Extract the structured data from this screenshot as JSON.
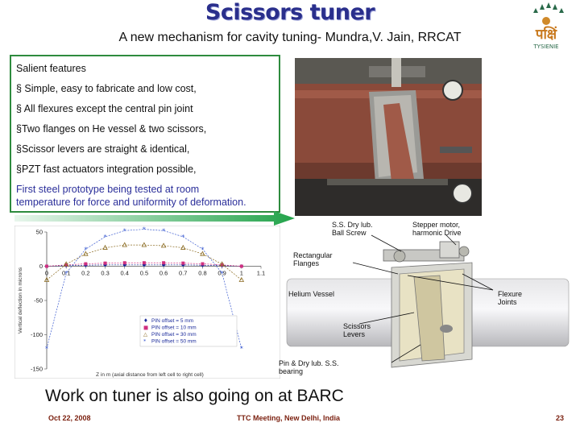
{
  "slide": {
    "title": "Scissors tuner",
    "subtitle": "A new mechanism for cavity tuning- Mundra,V. Jain, RRCAT"
  },
  "logo": {
    "text": "पक्षिं",
    "caption": "TYSIENIE",
    "colors": {
      "bird": "#2a6a4a",
      "text": "#c8781c"
    }
  },
  "features": {
    "heading": "Salient features",
    "items": [
      "§ Simple, easy to fabricate and low cost,",
      "§ All flexures except the central pin joint",
      "§Two flanges on He vessel & two scissors,",
      "§Scissor levers are straight & identical,",
      "§PZT fast actuators integration possible,"
    ],
    "note_line1": "First steel prototype being tested at room",
    "note_line2": "temperature for force and uniformity of deformation."
  },
  "chart_data": {
    "type": "line",
    "xlabel": "Z in m (axial distance from left cell to right cell)",
    "ylabel": "Vertical deflection in microns",
    "xlim": [
      0,
      1.1
    ],
    "ylim": [
      -150,
      50
    ],
    "x_ticks": [
      "0",
      "0.1",
      "0.2",
      "0.3",
      "0.4",
      "0.5",
      "0.6",
      "0.7",
      "0.8",
      "0.9",
      "1",
      "1.1"
    ],
    "y_ticks": [
      "50",
      "0",
      "-50",
      "-100",
      "-150"
    ],
    "grid": false,
    "legend_position": "bottom-center",
    "x": [
      0,
      0.1,
      0.2,
      0.3,
      0.4,
      0.5,
      0.6,
      0.7,
      0.8,
      0.9,
      1
    ],
    "series": [
      {
        "name": "PIN offset = 5 mm",
        "color": "#1a2a9a",
        "marker": "diamond",
        "values": [
          0,
          1,
          1.5,
          2,
          2,
          2,
          2,
          2,
          1.5,
          1,
          0
        ]
      },
      {
        "name": "PIN offset = 10 mm",
        "color": "#d03080",
        "marker": "square",
        "values": [
          0,
          2,
          3.5,
          4.5,
          5,
          5,
          5,
          4.5,
          3.5,
          2,
          0
        ]
      },
      {
        "name": "PIN offset = 30 mm",
        "color": "#8a6a20",
        "marker": "triangle",
        "values": [
          -20,
          3,
          18,
          27,
          31,
          31,
          30,
          27,
          18,
          3,
          -20
        ]
      },
      {
        "name": "PIN offset = 50 mm",
        "color": "#3a5ad0",
        "marker": "star",
        "values": [
          -120,
          -10,
          25,
          43,
          52,
          54,
          52,
          43,
          25,
          -10,
          -120
        ]
      }
    ]
  },
  "schematic": {
    "labels": {
      "ball_screw": [
        "S.S. Dry lub.",
        "Ball Screw"
      ],
      "stepper": [
        "Stepper motor,",
        "harmonic Drive"
      ],
      "flanges": [
        "Rectangular",
        "Flanges"
      ],
      "vessel": "Helium Vessel",
      "flexure": [
        "Flexure",
        "Joints"
      ],
      "levers": [
        "Scissors",
        "Levers"
      ],
      "pin": [
        "Pin & Dry lub. S.S.",
        "bearing"
      ]
    }
  },
  "bottom_note": "Work on tuner is also going on at BARC",
  "footer": {
    "date": "Oct 22, 2008",
    "event": "TTC Meeting, New Delhi, India",
    "page": "23"
  }
}
